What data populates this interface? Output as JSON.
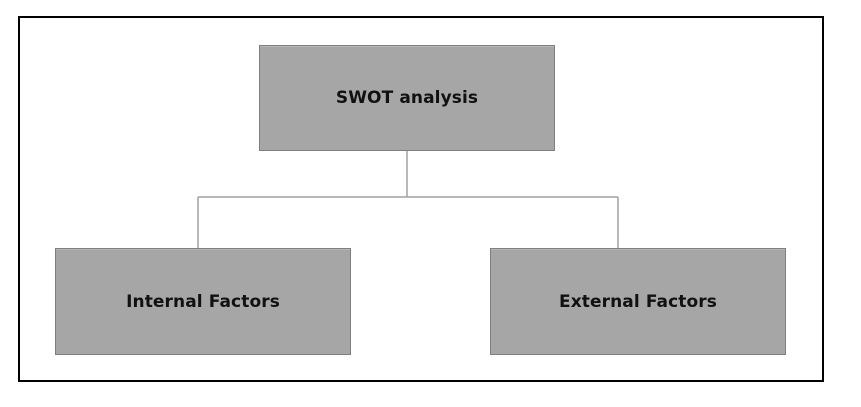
{
  "diagram": {
    "root": {
      "label": "SWOT analysis"
    },
    "children": [
      {
        "label": "Internal Factors"
      },
      {
        "label": "External Factors"
      }
    ]
  },
  "colors": {
    "box_fill": "#a6a6a6",
    "box_border": "#7f7f7f",
    "connector": "#a0a0a0",
    "frame": "#000000",
    "text": "#111111"
  }
}
